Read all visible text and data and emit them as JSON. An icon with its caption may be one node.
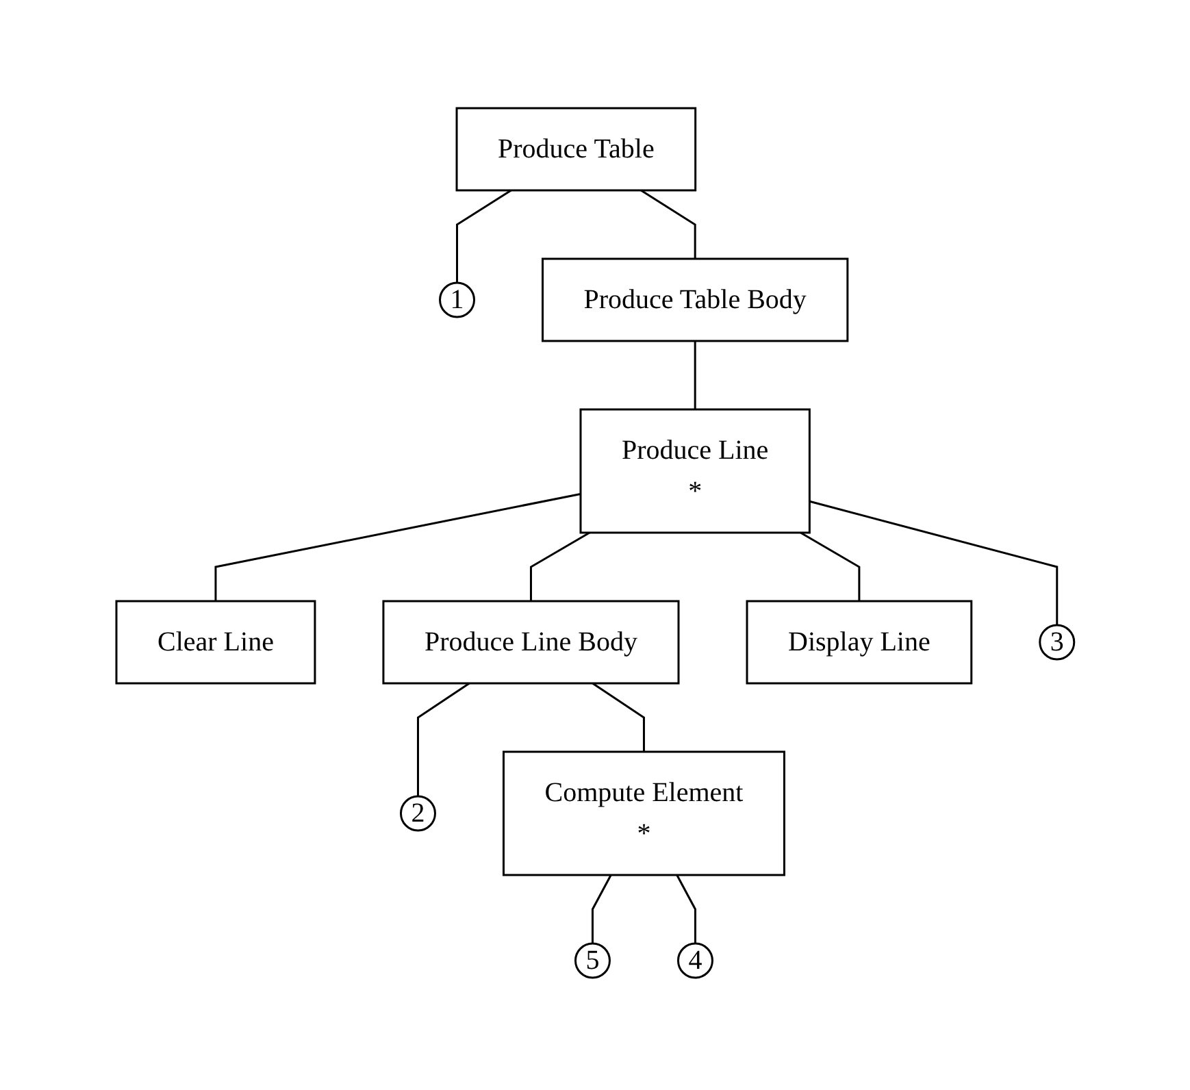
{
  "diagram": {
    "nodes": [
      {
        "text": [
          "Produce Table"
        ]
      },
      {
        "text": [
          "1"
        ]
      },
      {
        "text": [
          "Produce Table Body"
        ]
      },
      {
        "text": [
          "Produce Line",
          "*"
        ]
      },
      {
        "text": [
          "Clear Line"
        ]
      },
      {
        "text": [
          "Produce Line Body"
        ]
      },
      {
        "text": [
          "Display Line"
        ]
      },
      {
        "text": [
          "3"
        ]
      },
      {
        "text": [
          "2"
        ]
      },
      {
        "text": [
          "Compute Element",
          "*"
        ]
      },
      {
        "text": [
          "5"
        ]
      },
      {
        "text": [
          "4"
        ]
      }
    ],
    "edges": [
      {
        "from": 0,
        "to": 1,
        "arrow": "none"
      },
      {
        "from": 0,
        "to": 2,
        "arrow": "none"
      },
      {
        "from": 2,
        "to": 3,
        "arrow": "none"
      },
      {
        "from": 3,
        "to": 4,
        "arrow": "none"
      },
      {
        "from": 3,
        "to": 5,
        "arrow": "none"
      },
      {
        "from": 3,
        "to": 6,
        "arrow": "none"
      },
      {
        "from": 3,
        "to": 7,
        "arrow": "none"
      },
      {
        "from": 5,
        "to": 8,
        "arrow": "none"
      },
      {
        "from": 5,
        "to": 9,
        "arrow": "none"
      },
      {
        "from": 9,
        "to": 10,
        "arrow": "none"
      },
      {
        "from": 9,
        "to": 11,
        "arrow": "none"
      }
    ]
  }
}
